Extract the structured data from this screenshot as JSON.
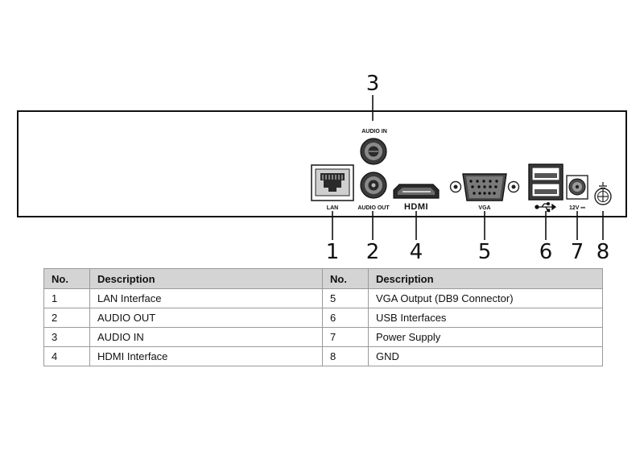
{
  "diagram": {
    "callouts": [
      "1",
      "2",
      "3",
      "4",
      "5",
      "6",
      "7",
      "8"
    ],
    "port_labels": {
      "lan": "LAN",
      "audio_in": "AUDIO IN",
      "audio_out": "AUDIO OUT",
      "hdmi": "HDMI",
      "vga": "VGA",
      "power": "12V ⎓"
    },
    "icons": {
      "usb": "usb-icon",
      "ground": "ground-icon"
    }
  },
  "table": {
    "headers": [
      "No.",
      "Description",
      "No.",
      "Description"
    ],
    "rows": [
      [
        "1",
        "LAN Interface",
        "5",
        "VGA Output (DB9 Connector)"
      ],
      [
        "2",
        "AUDIO OUT",
        "6",
        "USB Interfaces"
      ],
      [
        "3",
        "AUDIO IN",
        "7",
        "Power Supply"
      ],
      [
        "4",
        "HDMI Interface",
        "8",
        "GND"
      ]
    ]
  }
}
